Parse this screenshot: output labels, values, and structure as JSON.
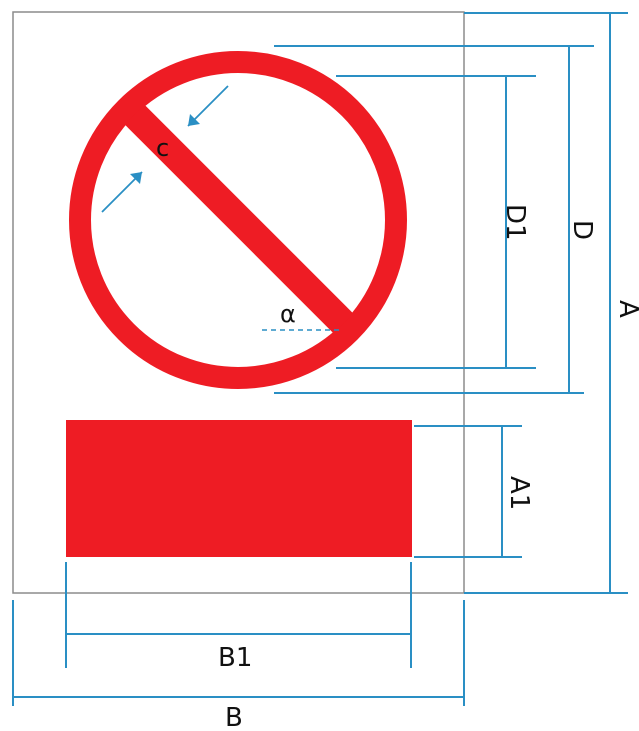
{
  "labels": {
    "A": "A",
    "A1": "A1",
    "B": "B",
    "B1": "B1",
    "D": "D",
    "D1": "D1",
    "c": "c",
    "alpha": "α"
  },
  "colors": {
    "sign_red": "#ee1c24",
    "dimension_blue": "#2a8fc4",
    "border_gray": "#8c8c8c",
    "text": "#111111"
  },
  "icons": {
    "prohibition_symbol": "prohibition-circle-icon",
    "text_panel": "red-rectangle-panel"
  }
}
